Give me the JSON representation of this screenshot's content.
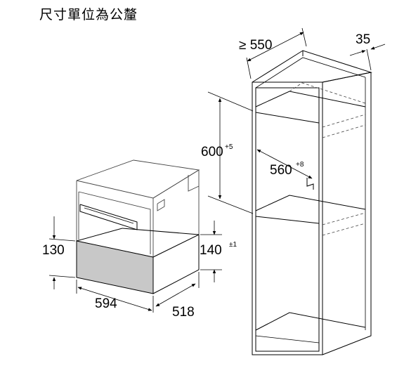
{
  "title": "尺寸單位為公釐",
  "dimensions": {
    "width_550": "≥ 550",
    "depth_35": "35",
    "height_600": "600",
    "height_600_tol": "+5",
    "width_560": "560",
    "width_560_tol": "+8",
    "height_130": "130",
    "height_140": "140",
    "height_140_tol": "±1",
    "width_594": "594",
    "depth_518": "518"
  },
  "colors": {
    "line": "#000000",
    "drawer_fill": "#c8c8c8",
    "appliance_stroke": "#555555"
  }
}
